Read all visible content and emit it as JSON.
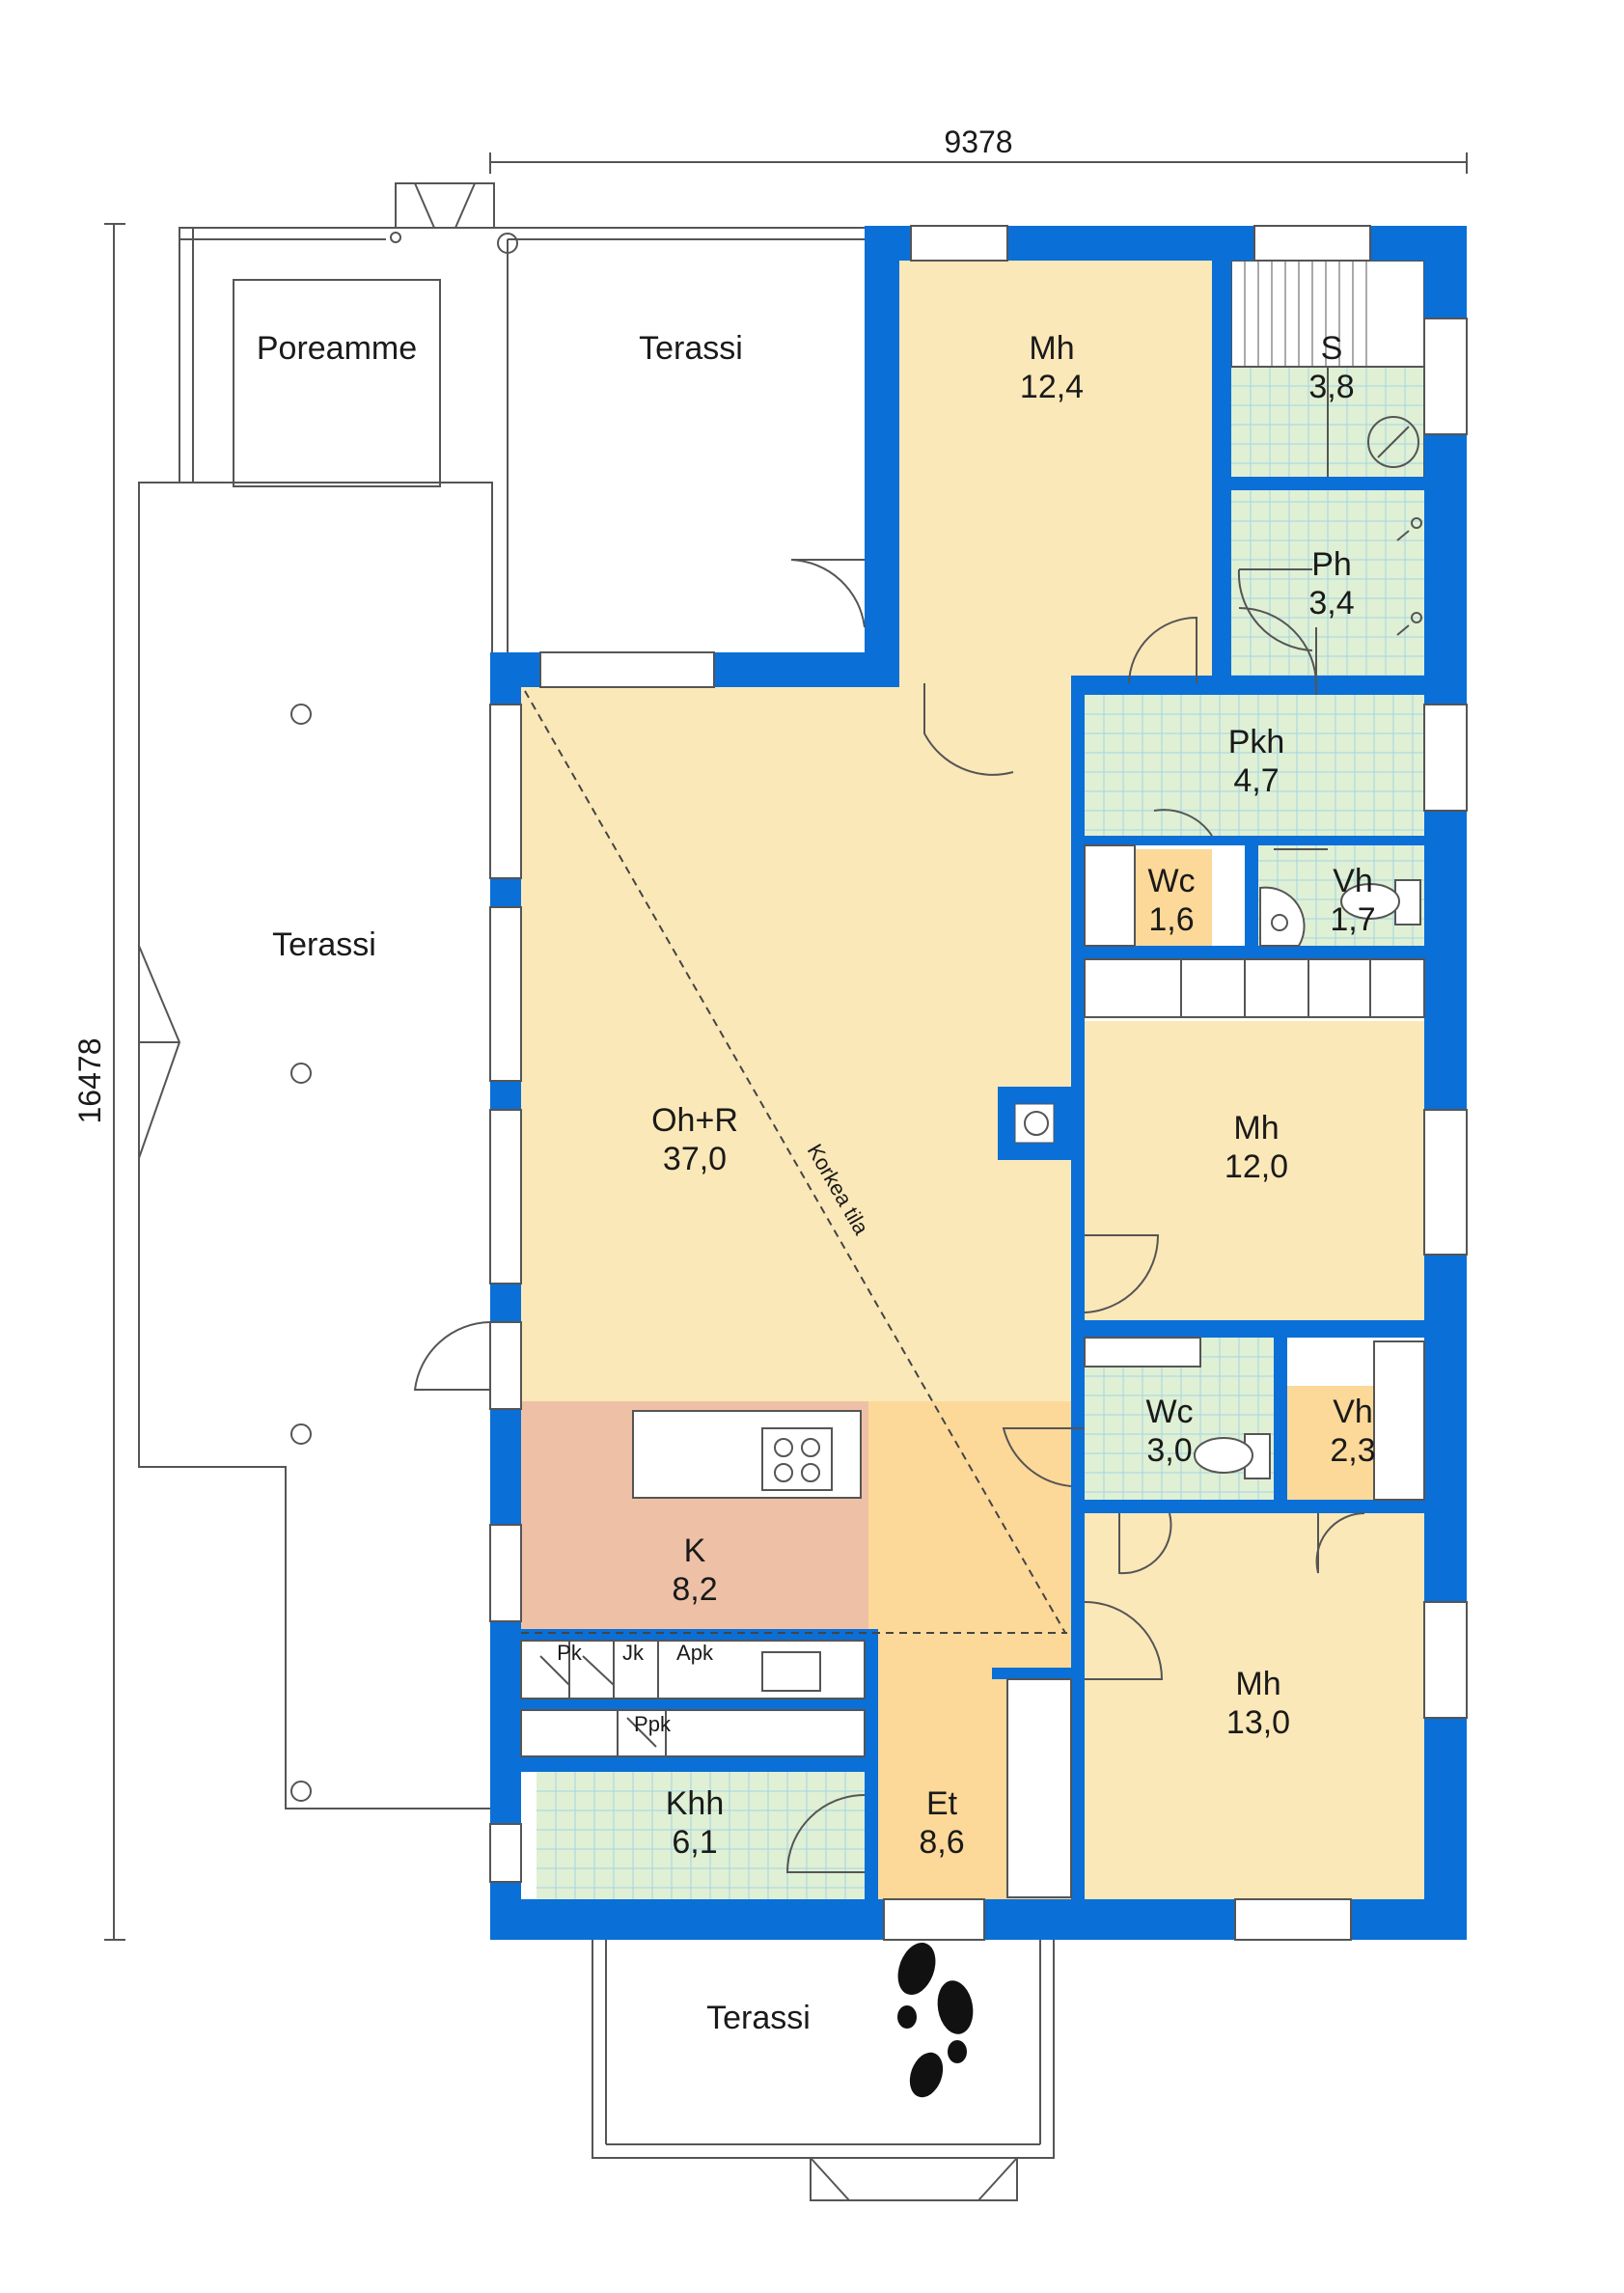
{
  "dimensions": {
    "width": "9378",
    "height": "16478"
  },
  "colors": {
    "wall": "#0a6fd6",
    "living": "#fbe8b8",
    "wet": "#dff0d4",
    "kitchen": "#eec1a6",
    "hall": "#fcd999",
    "wc": "#fcd999"
  },
  "rooms": {
    "poreamme": {
      "name": "Poreamme"
    },
    "terassi_top": {
      "name": "Terassi"
    },
    "terassi_left": {
      "name": "Terassi"
    },
    "terassi_bottom": {
      "name": "Terassi"
    },
    "mh1": {
      "name": "Mh",
      "area": "12,4"
    },
    "s": {
      "name": "S",
      "area": "3,8"
    },
    "ph": {
      "name": "Ph",
      "area": "3,4"
    },
    "pkh": {
      "name": "Pkh",
      "area": "4,7"
    },
    "wc1": {
      "name": "Wc",
      "area": "1,6"
    },
    "vh1": {
      "name": "Vh",
      "area": "1,7"
    },
    "mh2": {
      "name": "Mh",
      "area": "12,0"
    },
    "ohr": {
      "name": "Oh+R",
      "area": "37,0"
    },
    "wc2": {
      "name": "Wc",
      "area": "3,0"
    },
    "vh2": {
      "name": "Vh",
      "area": "2,3"
    },
    "k": {
      "name": "K",
      "area": "8,2"
    },
    "mh3": {
      "name": "Mh",
      "area": "13,0"
    },
    "khh": {
      "name": "Khh",
      "area": "6,1"
    },
    "et": {
      "name": "Et",
      "area": "8,6"
    }
  },
  "annotations": {
    "high_space": "Korkea tila",
    "pk": "Pk",
    "jk": "Jk",
    "apk": "Apk",
    "ppk": "Ppk"
  }
}
